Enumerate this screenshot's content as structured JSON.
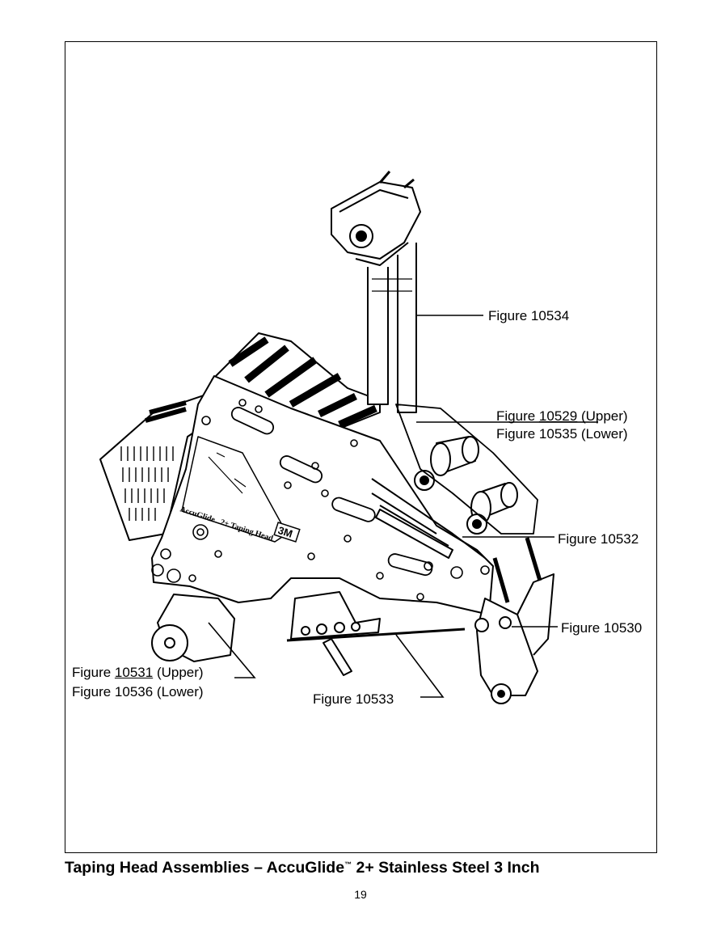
{
  "callouts": {
    "fig_10534": "Figure 10534",
    "fig_10529_word": "Figure",
    "fig_10529_num": "10529",
    "fig_10529_suffix": "(Upper)",
    "fig_10535": "Figure  10535 (Lower)",
    "fig_10532": "Figure 10532",
    "fig_10530": "Figure 10530",
    "fig_10531_word": "Figure",
    "fig_10531_num": "10531",
    "fig_10531_suffix": "(Upper)",
    "fig_10536": "Figure  10536  (Lower)",
    "fig_10533": "Figure  10533"
  },
  "machine_labels": {
    "brand": "AccuGlide",
    "model": "2+ Taping Head",
    "logo": "3M"
  },
  "caption": {
    "prefix": "Taping Head Assemblies – AccuGlide",
    "tm": "™",
    "suffix": " 2+ Stainless Steel 3 Inch"
  },
  "page_number": "19"
}
